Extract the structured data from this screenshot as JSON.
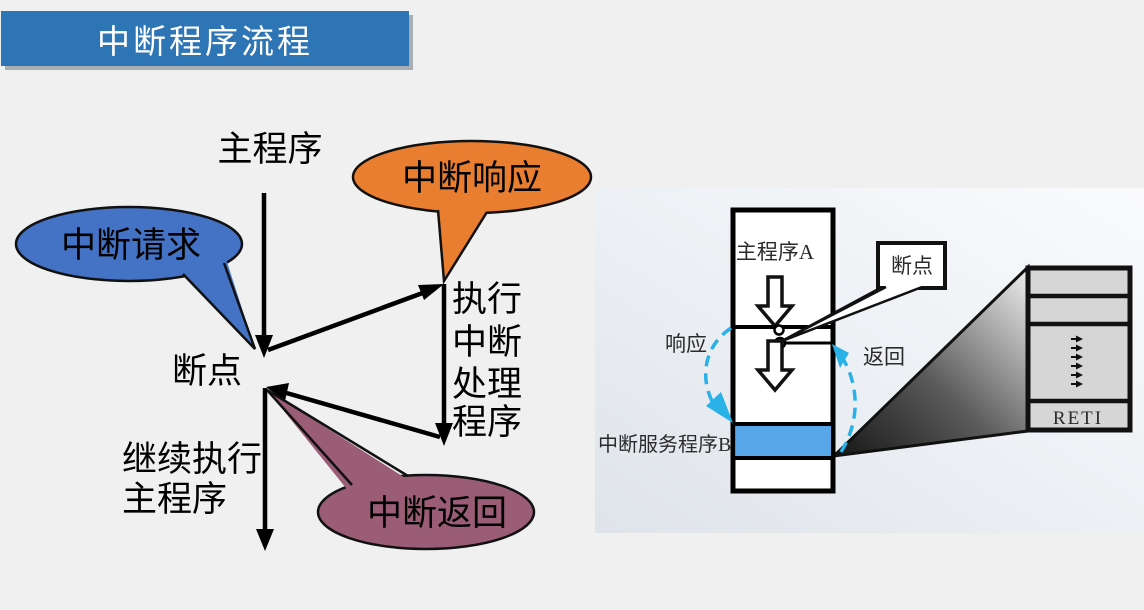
{
  "slide": {
    "title": "中断程序流程",
    "background_color": "#f0f0f0",
    "title_bar_color": "#2e75b5"
  },
  "flow_diagram": {
    "main_program": "主程序",
    "interrupt_request": "中断请求",
    "interrupt_response": "中断响应",
    "breakpoint": "断点",
    "isr_lines": [
      "执行",
      "中断",
      "处理",
      "程序"
    ],
    "continue_lines": [
      "继续执行",
      "主程序"
    ],
    "interrupt_return": "中断返回",
    "bubble_colors": {
      "request": "#4472c4",
      "response": "#e97e30",
      "return": "#9b5d76"
    }
  },
  "memory_diagram": {
    "main_program_a": "主程序A",
    "breakpoint": "断点",
    "response": "响应",
    "return": "返回",
    "isr_b": "中断服务程序B",
    "reti": "RETI",
    "reti_color": "#7b8fd6",
    "highlight_color": "#57a7e8",
    "arc_color": "#29b1e8"
  }
}
